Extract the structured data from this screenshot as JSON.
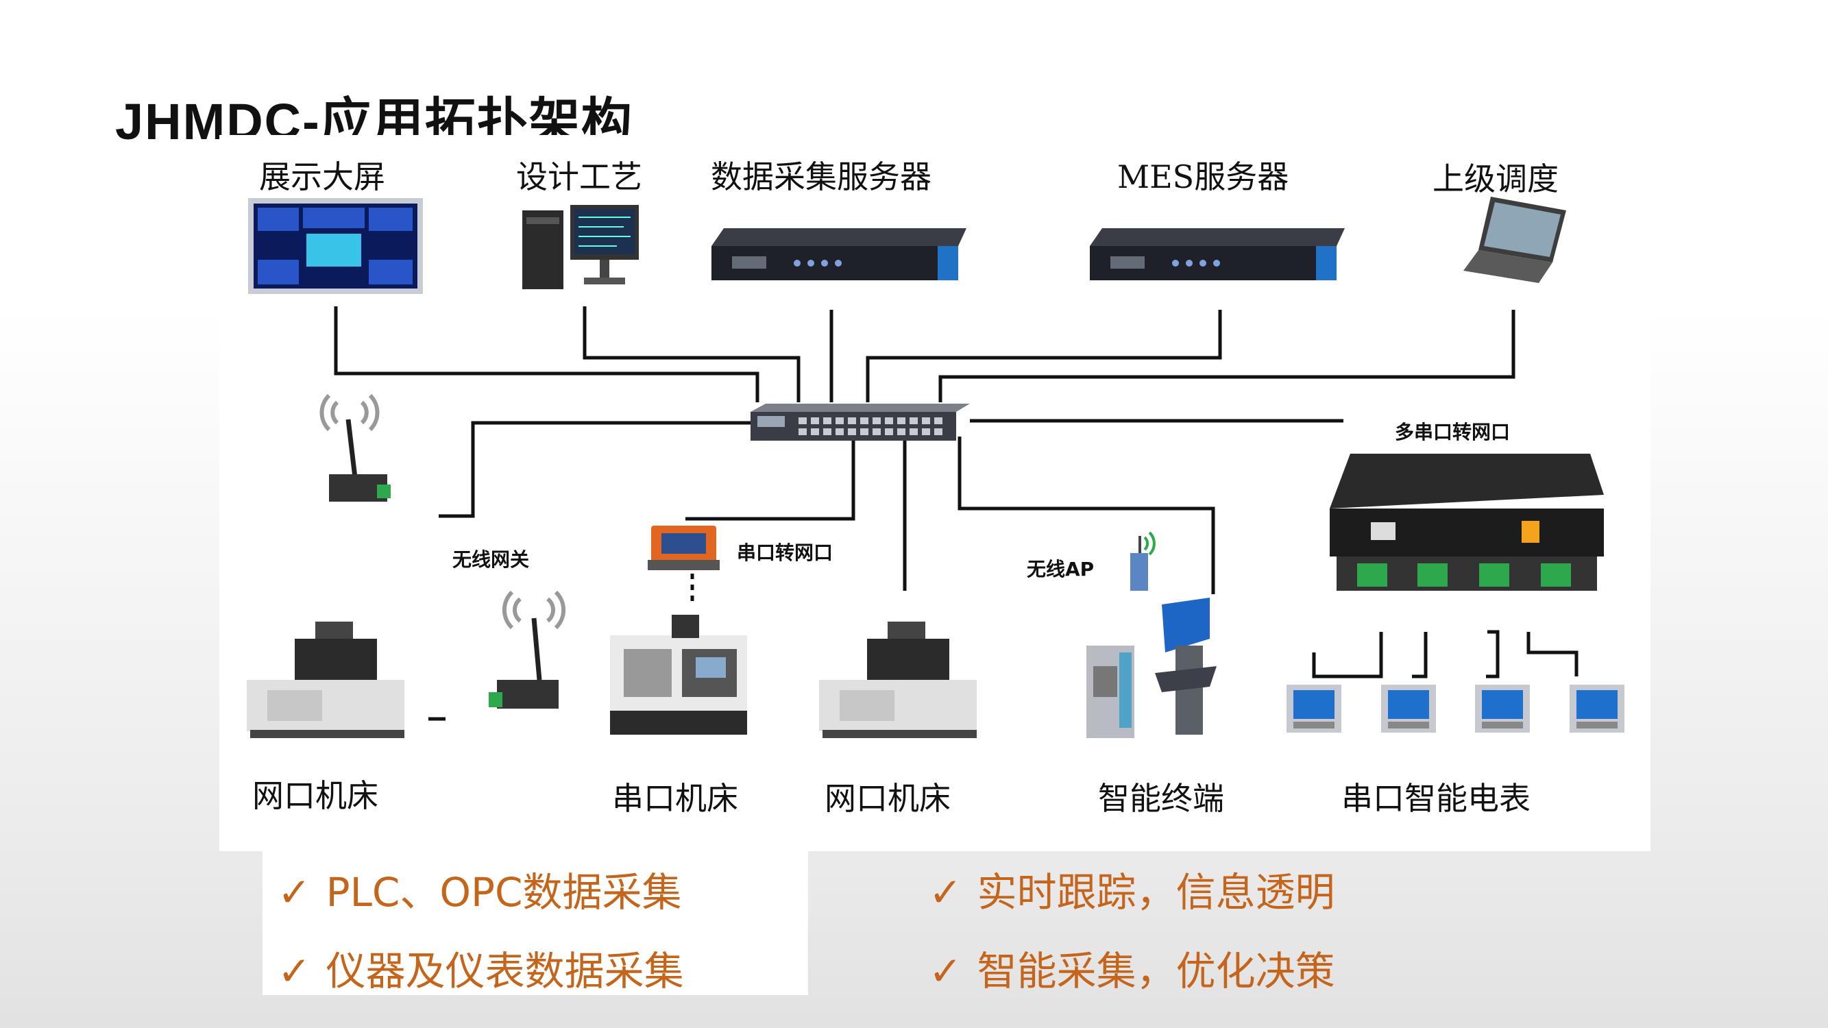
{
  "title": "JHMDC-应用拓扑架构",
  "top_labels": {
    "screen": "展示大屏",
    "design": "设计工艺",
    "dc_server": "数据采集服务器",
    "mes_server": "MES服务器",
    "dispatch": "上级调度"
  },
  "small_labels": {
    "wireless_gw": "无线网关",
    "serial_conv": "串口转网口",
    "wireless_ap": "无线AP",
    "multi_serial": "多串口转网口"
  },
  "bottom_labels": {
    "net_machine1": "网口机床",
    "serial_machine": "串口机床",
    "net_machine2": "网口机床",
    "smart_terminal": "智能终端",
    "serial_meter": "串口智能电表"
  },
  "bullets_left": [
    "PLC、OPC数据采集",
    "仪器及仪表数据采集"
  ],
  "bullets_right": [
    "实时跟踪，信息透明",
    "智能采集，优化决策"
  ],
  "check": "✓",
  "colors": {
    "accent": "#c5651c",
    "line": "#111111"
  }
}
